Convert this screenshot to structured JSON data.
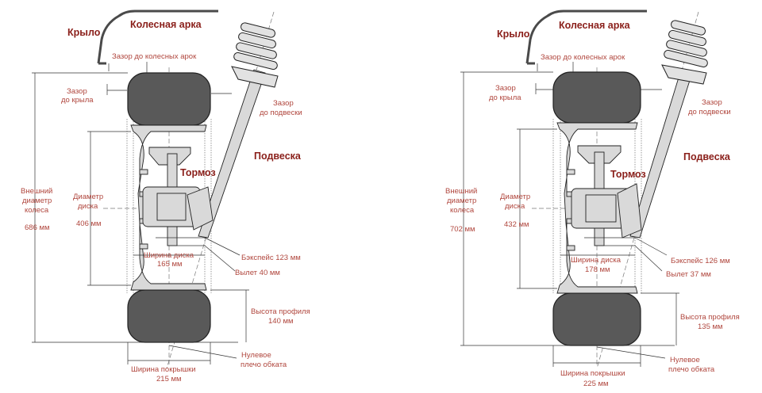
{
  "left": {
    "fender": "Крыло",
    "wheel_arch": "Колесная арка",
    "arch_gap": "Зазор до колесных арок",
    "fender_gap_1": "Зазор",
    "fender_gap_2": "до крыла",
    "susp_gap_1": "Зазор",
    "susp_gap_2": "до подвески",
    "suspension": "Подвеска",
    "brake": "Тормоз",
    "outer_1": "Внешний",
    "outer_2": "диаметр",
    "outer_3": "колеса",
    "outer_value": "686 мм",
    "rim_1": "Диаметр",
    "rim_2": "диска",
    "rim_value": "406 мм",
    "backspace": "Бэкспейс 123 мм",
    "rim_width_1": "Ширина диска",
    "rim_width_2": "165 мм",
    "offset": "Вылет 40 мм",
    "profile_1": "Высота профиля",
    "profile_2": "140 мм",
    "scrub_1": "Нулевое",
    "scrub_2": "плечо обката",
    "tire_width_1": "Ширина покрышки",
    "tire_width_2": "215 мм"
  },
  "right": {
    "fender": "Крыло",
    "wheel_arch": "Колесная арка",
    "arch_gap": "Зазор до колесных арок",
    "fender_gap_1": "Зазор",
    "fender_gap_2": "до крыла",
    "susp_gap_1": "Зазор",
    "susp_gap_2": "до подвески",
    "suspension": "Подвеска",
    "brake": "Тормоз",
    "outer_1": "Внешний",
    "outer_2": "диаметр",
    "outer_3": "колеса",
    "outer_value": "702 мм",
    "rim_1": "Диаметр",
    "rim_2": "диска",
    "rim_value": "432 мм",
    "backspace": "Бэкспейс 126 мм",
    "rim_width_1": "Ширина диска",
    "rim_width_2": "178 мм",
    "offset": "Вылет 37 мм",
    "profile_1": "Высота профиля",
    "profile_2": "135 мм",
    "scrub_1": "Нулевое",
    "scrub_2": "плечо обката",
    "tire_width_1": "Ширина покрышки",
    "tire_width_2": "225 мм"
  }
}
